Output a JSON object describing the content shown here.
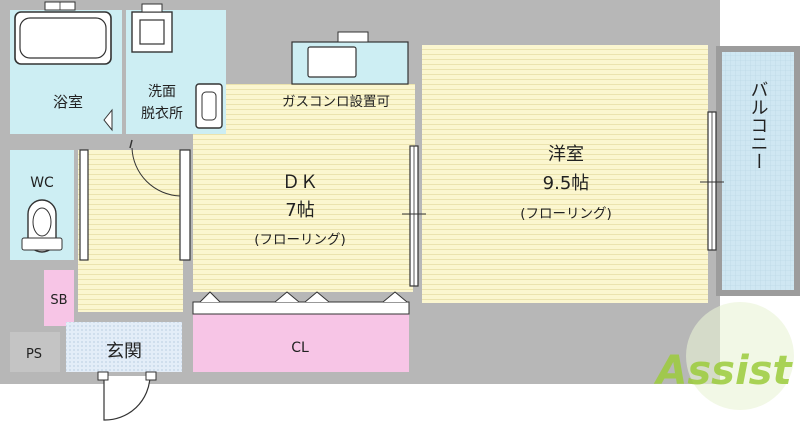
{
  "rooms": {
    "bath": "浴室",
    "washroom_line1": "洗面",
    "washroom_line2": "脱衣所",
    "wc": "WC",
    "dk_line1": "ＤＫ",
    "dk_line2": "7帖",
    "dk_line3": "(フローリング)",
    "western_line1": "洋室",
    "western_line2": "9.5帖",
    "western_line3": "(フローリング)",
    "balcony": "バルコニー",
    "sb": "SB",
    "ps": "PS",
    "entrance": "玄関",
    "closet": "CL",
    "gas_note": "ガスコンロ設置可"
  },
  "logo": {
    "text": "Assist"
  },
  "colors": {
    "wall": "#b7b7b7",
    "flooring": "#fbf6cf",
    "wet_area": "#cdeef3",
    "closet": "#f7c5e6",
    "entrance": "#dde9f6",
    "balcony": "#d8e6f1",
    "logo": "#9ccc3c"
  }
}
